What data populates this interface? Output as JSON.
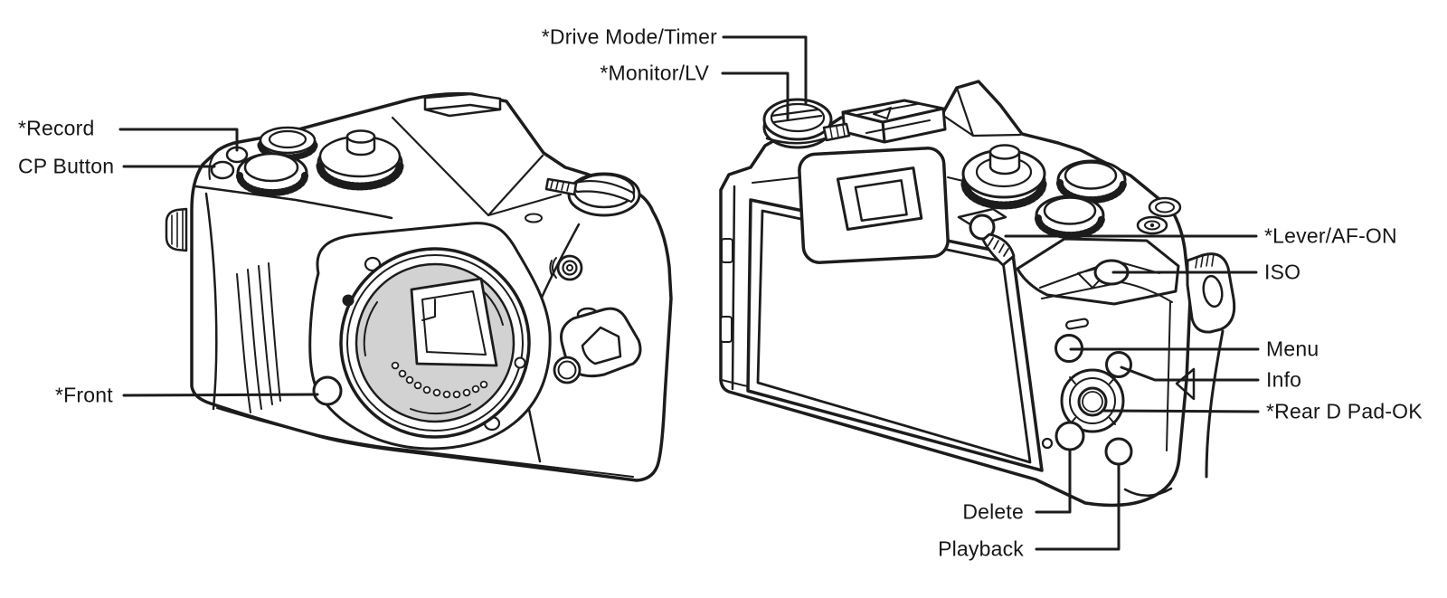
{
  "diagram": {
    "subject": "mirrorless camera front and back views with part callouts",
    "colors": {
      "background": "#ffffff",
      "line": "#1c1c1c",
      "sensor_gray": "#d2d2d2"
    },
    "callouts": {
      "record": {
        "text": "*Record",
        "target": "record-button"
      },
      "cp_button": {
        "text": "CP Button",
        "target": "cp-button"
      },
      "front": {
        "text": "*Front",
        "target": "front-function-button"
      },
      "drive_mode_timer": {
        "text": "*Drive Mode/Timer",
        "target": "drive-mode-timer-dial"
      },
      "monitor_lv": {
        "text": "*Monitor/LV",
        "target": "monitor-lv-dial"
      },
      "lever_af_on": {
        "text": "*Lever/AF-ON",
        "target": "af-on-lever"
      },
      "iso": {
        "text": "ISO",
        "target": "iso-button"
      },
      "menu": {
        "text": "Menu",
        "target": "menu-button"
      },
      "info": {
        "text": "Info",
        "target": "info-button"
      },
      "rear_d_pad_ok": {
        "text": "*Rear D Pad-OK",
        "target": "rear-d-pad-ok"
      },
      "delete": {
        "text": "Delete",
        "target": "delete-button"
      },
      "playback": {
        "text": "Playback",
        "target": "playback-button"
      }
    }
  }
}
